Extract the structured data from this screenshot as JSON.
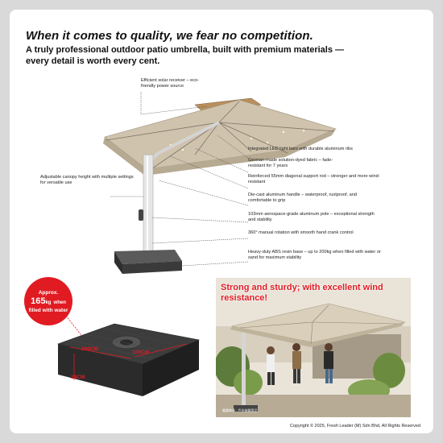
{
  "header": {
    "headline": "When it comes to quality, we fear no competition.",
    "subline": "A truly professional outdoor patio umbrella, built with premium materials — every detail is worth every cent."
  },
  "callouts": {
    "solar": "Efficient solar receiver – eco-friendly power source",
    "led": "Integrated LED light bars with durable aluminum ribs",
    "fabric": "German-made solution-dyed fabric – fade-resistant for 7 years",
    "rod": "Reinforced 55mm diagonal support rod – stronger and more wind-resistant",
    "handle": "Die-cast aluminum handle – waterproof, rustproof, and comfortable to grip",
    "pole": "103mm aerospace-grade aluminum pole – exceptional strength and stability",
    "rotation": "360° manual rotation with smooth hand crank control",
    "base": "Heavy-duty ABS resin base – up to 200kg when filled with water or sand for maximum stability",
    "height": "Adjustable canopy height with multiple settings for versatile use"
  },
  "base_weight": {
    "approx": "Approx.",
    "value": "165",
    "unit": "kg",
    "when": "when",
    "note": "filled with water"
  },
  "base_dimensions": {
    "width": "100CM",
    "depth": "100CM",
    "height": "18CM"
  },
  "photo": {
    "title": "Strong and sturdy; with excellent wind resistance!",
    "watermark": "鳳凰傘具 · 戶外休閒用品"
  },
  "copyright": "Copyright © 2025, Fresh Leader (M) Sdn Bhd, All Rights Reserved",
  "colors": {
    "accent": "#e11b22",
    "canopy": "#cfc3ad",
    "pole": "#e3e3e3",
    "base": "#4a4a4a"
  }
}
